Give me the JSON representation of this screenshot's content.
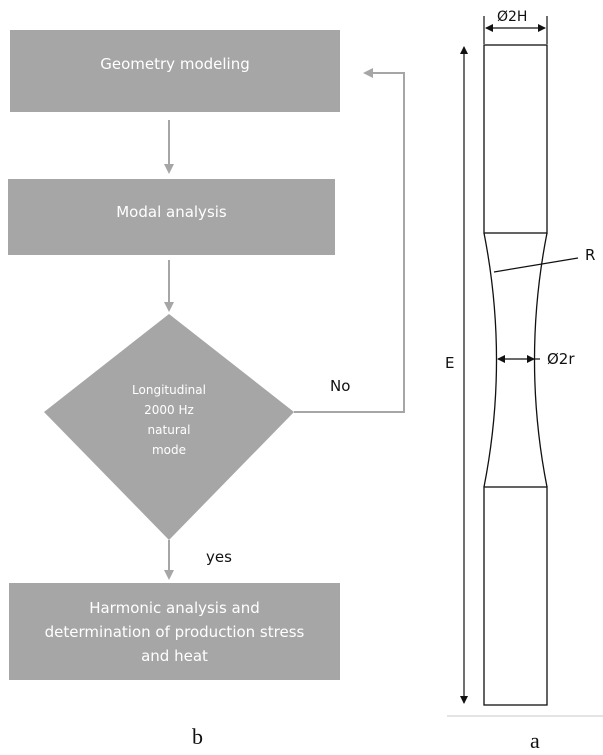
{
  "flowchart": {
    "step1": "Geometry modeling",
    "step2": "Modal analysis",
    "decision": [
      "Longitudinal",
      "2000 Hz",
      "natural",
      "mode"
    ],
    "no_label": "No",
    "yes_label": "yes",
    "step3": [
      "Harmonic analysis and",
      "determination of production stress",
      "and heat"
    ]
  },
  "specimen": {
    "dia_head": "Ø2H",
    "radius": "R",
    "length": "E",
    "dia_neck": "Ø2r"
  },
  "captions": {
    "left": "b",
    "right": "a"
  },
  "colors": {
    "box_fill": "#a6a6a6",
    "arrow": "#a6a6a6",
    "line": "#000000"
  }
}
